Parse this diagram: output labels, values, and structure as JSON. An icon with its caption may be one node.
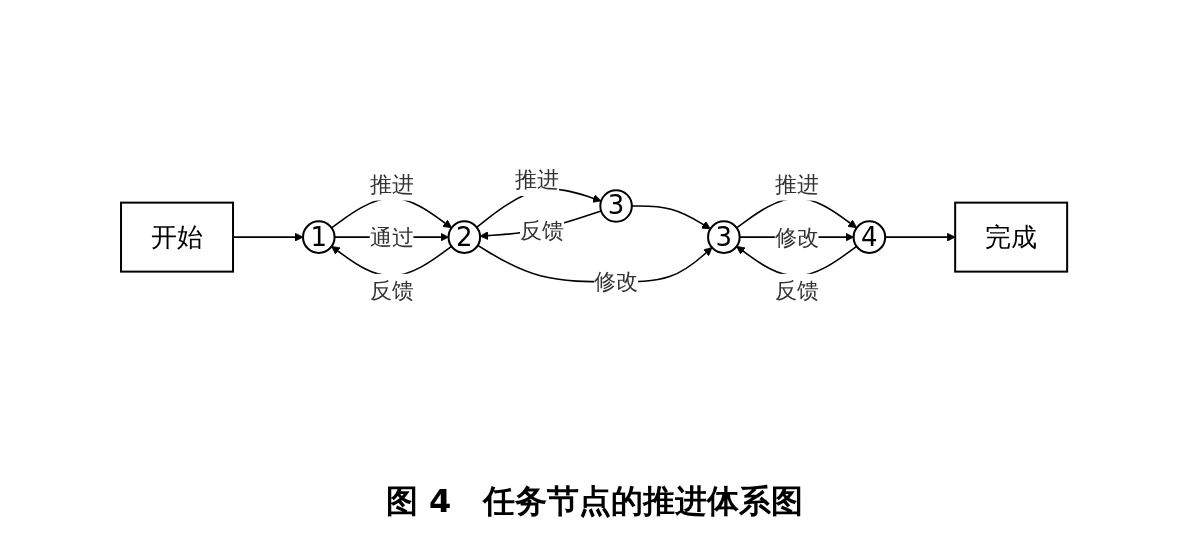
{
  "diagram": {
    "caption": "图 4　任务节点的推进体系图",
    "nodes": [
      {
        "text": [
          "开始"
        ]
      },
      {
        "text": [
          "1"
        ]
      },
      {
        "text": [
          "2"
        ]
      },
      {
        "text": [
          "3"
        ]
      },
      {
        "text": [
          "3"
        ]
      },
      {
        "text": [
          "4"
        ]
      },
      {
        "text": [
          "完成"
        ]
      }
    ],
    "edges": [
      {
        "from": 0,
        "to": 1,
        "arrow": "to"
      },
      {
        "from": 1,
        "to": 2,
        "arrow": "to",
        "label": "推进"
      },
      {
        "from": 2,
        "to": 1,
        "arrow": "to",
        "label": "反馈"
      },
      {
        "from": 1,
        "to": 2,
        "arrow": "to",
        "label": "通过"
      },
      {
        "from": 2,
        "to": 3,
        "arrow": "to",
        "label": "推进"
      },
      {
        "from": 3,
        "to": 2,
        "arrow": "to",
        "label": "反馈"
      },
      {
        "from": 3,
        "to": 4,
        "arrow": "to"
      },
      {
        "from": 2,
        "to": 4,
        "arrow": "to",
        "label": "修改"
      },
      {
        "from": 4,
        "to": 5,
        "arrow": "to",
        "label": "推进"
      },
      {
        "from": 5,
        "to": 4,
        "arrow": "to",
        "label": "反馈"
      },
      {
        "from": 4,
        "to": 5,
        "arrow": "to",
        "label": "修改"
      },
      {
        "from": 5,
        "to": 6,
        "arrow": "to"
      }
    ]
  }
}
